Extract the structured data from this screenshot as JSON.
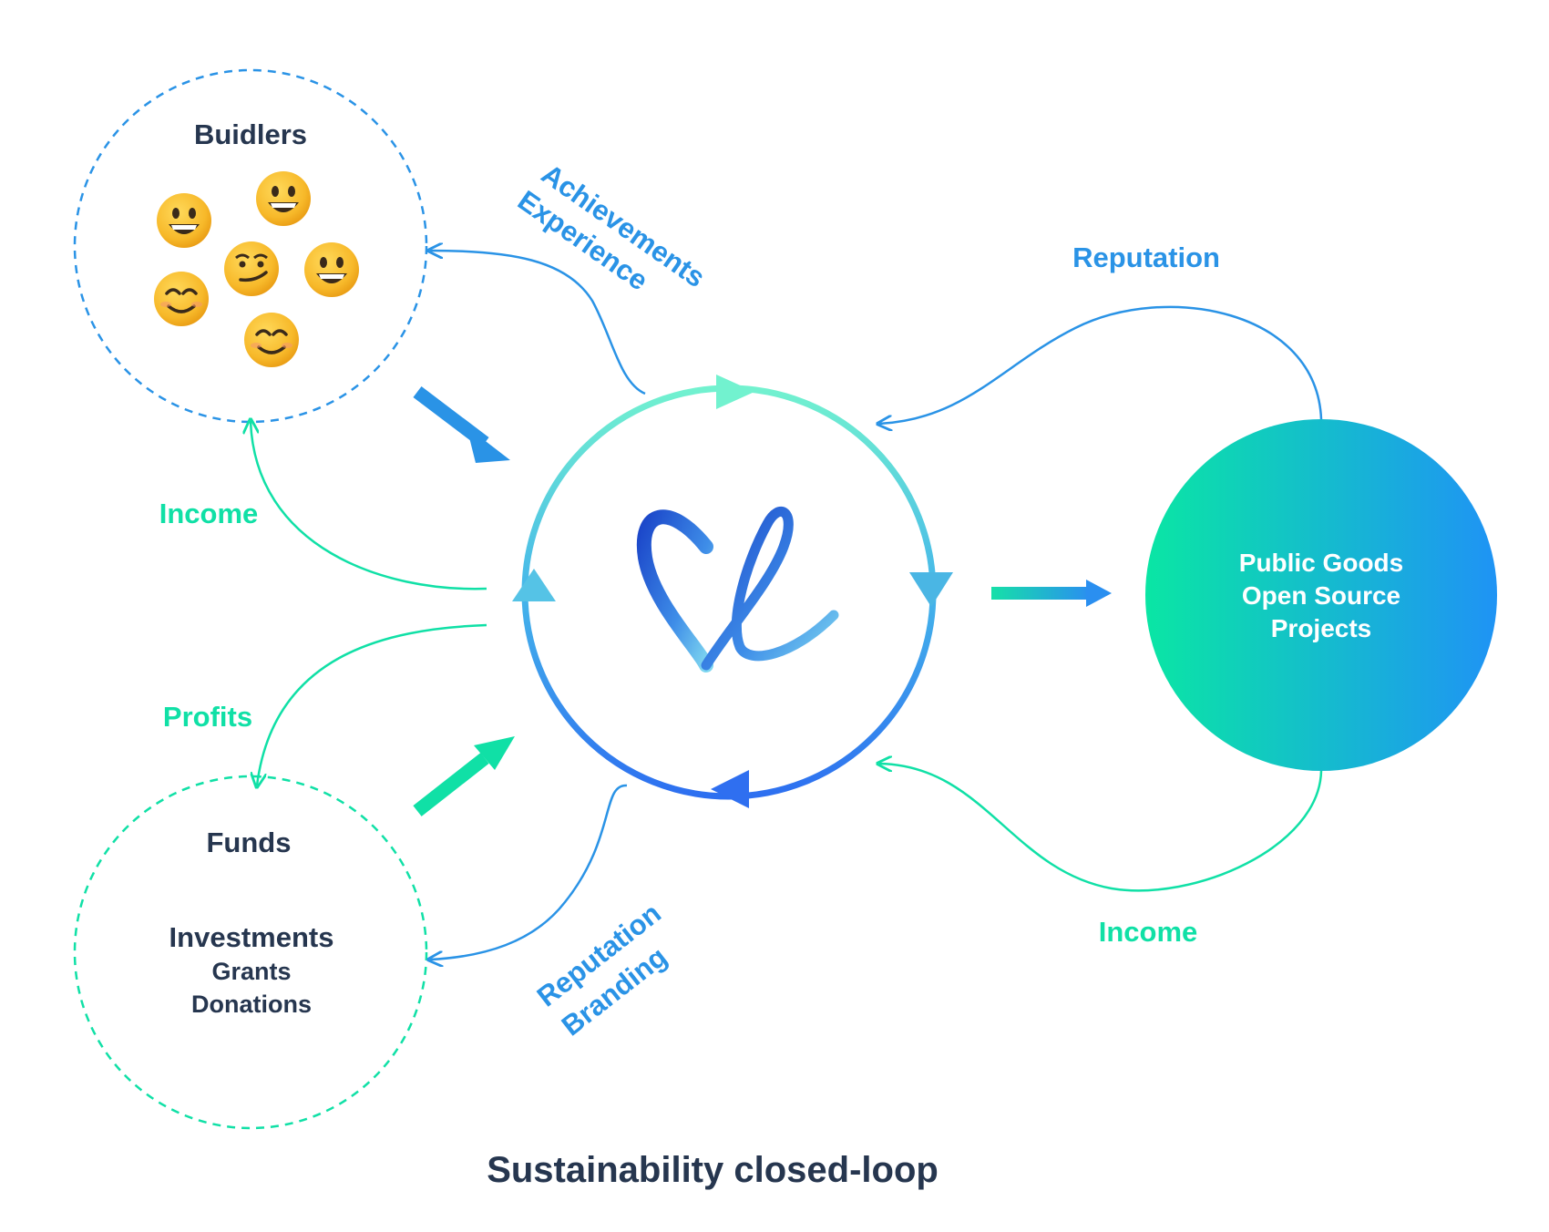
{
  "title": "Sustainability closed-loop",
  "nodes": {
    "builders": {
      "label": "Buidlers",
      "emoji_faces": [
        "grinning",
        "grinning",
        "smirking",
        "grinning",
        "smiling",
        "smiling"
      ]
    },
    "funds": {
      "label": "Funds",
      "items": [
        "Investments",
        "Grants",
        "Donations"
      ]
    },
    "public_goods": {
      "lines": [
        "Public Goods",
        "Open Source",
        "Projects"
      ]
    }
  },
  "flows": {
    "achievements": "Achievements",
    "experience": "Experience",
    "income_left": "Income",
    "profits": "Profits",
    "reputation_branding": [
      "Reputation",
      "Branding"
    ],
    "reputation_right": "Reputation",
    "income_right": "Income"
  },
  "colors": {
    "dark_text": "#26364f",
    "blue": "#2a93e6",
    "green": "#10e0a6",
    "teal": "#6df0cf",
    "deep_blue": "#2f6ff0"
  }
}
